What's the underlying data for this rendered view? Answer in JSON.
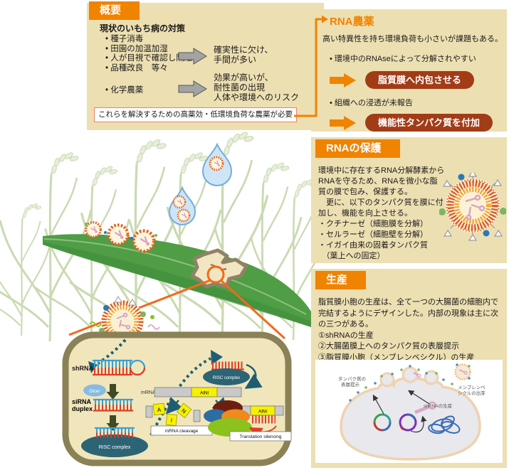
{
  "overview": {
    "header": "概要",
    "subtitle": "現状のいもち病の対策",
    "bullets": [
      "種子消毒",
      "田園の加温加湿",
      "人が目視で確認し隔離",
      "品種改良　等々"
    ],
    "chem_bullet": "化学農薬",
    "issue1_lines": [
      "確実性に欠け、",
      "手間が多い"
    ],
    "issue2_lines": [
      "効果が高いが、",
      "耐性菌の出現",
      "人体や環境へのリスク"
    ],
    "conclusion": "これらを解決するための高薬効・低環境負荷な農薬が必要"
  },
  "rna_pesticide": {
    "title": "RNA農薬",
    "lead": "高い特異性を持ち環境負荷も小さいが課題もある。",
    "issue1": "環境中のRNAseによって分解されやすい",
    "solution1": "脂質膜へ内包させる",
    "issue2": "組織への浸透が未報告",
    "solution2": "機能性タンパク質を付加"
  },
  "rna_protection": {
    "header": "RNAの保護",
    "lines": [
      "環境中に存在するRNA分解酵素から",
      "RNAを守るため、RNAを微小な脂",
      "質の膜で包み、保護する。",
      "　更に、以下のタンパク質を膜に付",
      "加し、機能を向上させる。",
      "・クチナーゼ（細胞膜を分解）",
      "・セルラーゼ（細胞壁を分解）",
      "・イガイ由来の固着タンパク質",
      "　（葉上への固定）"
    ]
  },
  "production": {
    "header": "生産",
    "lines": [
      "脂質膜小胞の生産は、全て一つの大腸菌の細胞内で",
      "完結するようにデザインした。内部の現象は主に次",
      "の三つがある。",
      "①shRNAの生産",
      "②大腸菌膜上へのタンパク質の表層提示",
      "③脂質膜小胞（メンブレンベシクル）の生産"
    ],
    "diagram": {
      "surface_display_1": "タンパク質の",
      "surface_display_2": "表層提示",
      "shrna_production": "shRNAの生産",
      "vesicle_budding_1": "メンブレンベ",
      "vesicle_budding_2": "シクルの出芽"
    }
  },
  "cell_diagram": {
    "shrna": "shRNA",
    "dicer": "Dicer",
    "sirna_1": "siRNA",
    "sirna_2": "duplex",
    "risc": "RISC complex",
    "mrna": "mRNA",
    "target_gene": "AlNl",
    "fragment_a": "A",
    "fragment_l": "l",
    "fragment_n": "N",
    "mrna_cleavage": "mRNA cleavage",
    "translation_silencing": "Translation silencing"
  },
  "colors": {
    "accent_orange": "#f08300",
    "panel_beige": "#ecdfb2",
    "solution_red": "#a23c17",
    "teal_arrow": "#1d5e74",
    "leaf_green": "#4f9d45",
    "vesicle_rim": "#d85c28"
  }
}
